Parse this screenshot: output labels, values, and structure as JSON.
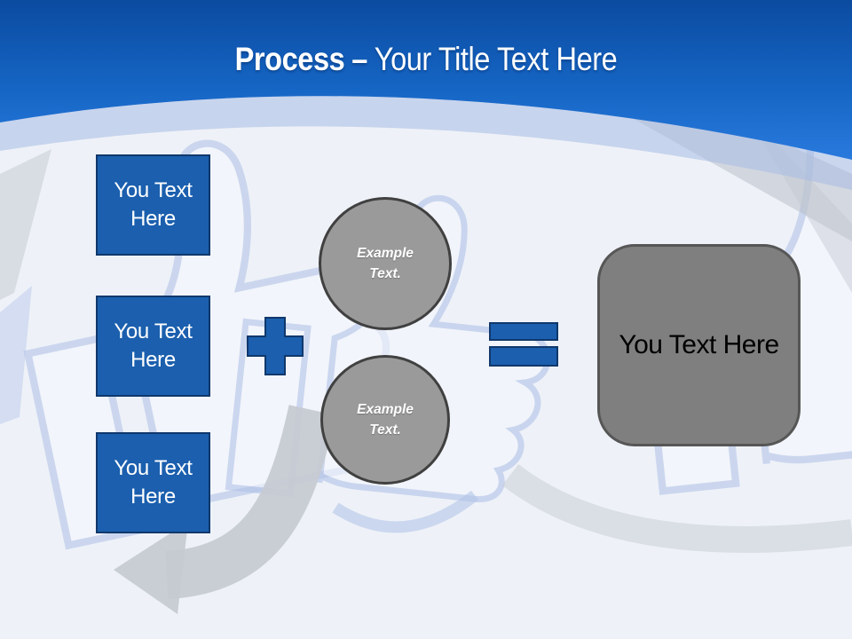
{
  "header": {
    "title_bold": "Process",
    "title_separator": "–",
    "title_rest": "Your Title Text Here"
  },
  "diagram": {
    "input_boxes": [
      {
        "label": "You Text Here"
      },
      {
        "label": "You Text Here"
      },
      {
        "label": "You Text Here"
      }
    ],
    "plus_icon": "plus-sign",
    "equals_icon": "equals-sign",
    "example_circles": [
      {
        "label": "Example Text."
      },
      {
        "label": "Example Text."
      }
    ],
    "result_box": {
      "label": "You Text Here"
    }
  },
  "colors": {
    "header_gradient_top": "#0b4ba0",
    "header_gradient_mid": "#1565c4",
    "header_gradient_bottom": "#2a7ade",
    "shape_blue": "#1b5fae",
    "shape_blue_border": "#10386c",
    "circle_gray": "#9a9a9a",
    "circle_border": "#404040",
    "result_gray": "#7f7f7f",
    "result_border": "#565656",
    "background": "#eef2f8",
    "background_periwinkle": "#b4c4e8",
    "background_arrow_gray": "#c6cad2",
    "title_text": "#ffffff",
    "box_text": "#ffffff",
    "circle_text": "#ffffff",
    "result_text": "#000000"
  }
}
